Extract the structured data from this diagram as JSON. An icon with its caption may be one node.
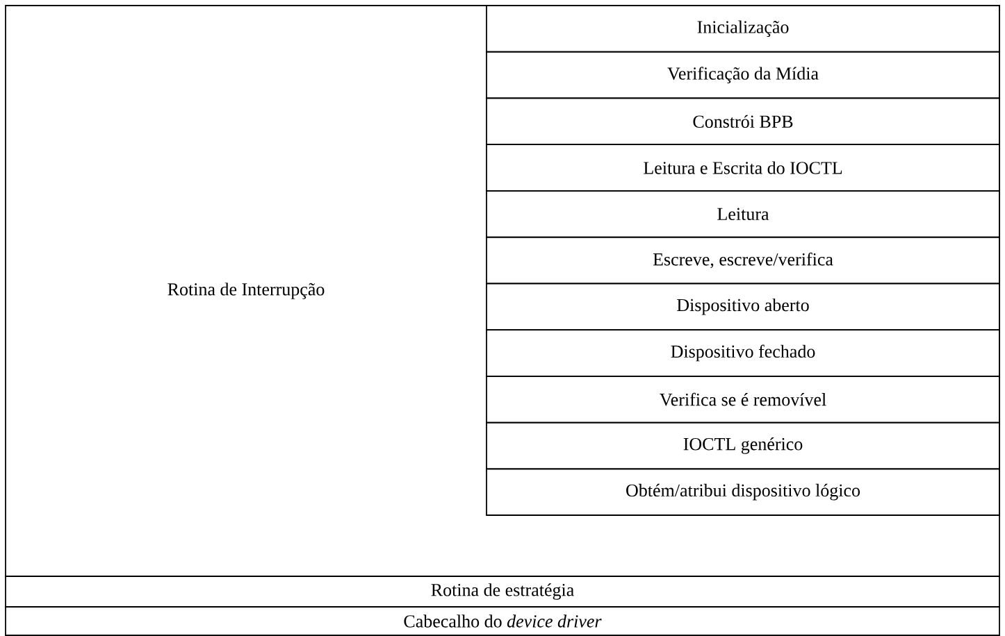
{
  "diagram": {
    "nodes": [
      {
        "text": [
          "Rotina de Interrupção"
        ]
      },
      {
        "text": [
          "Inicialização"
        ],
        "in": 0
      },
      {
        "text": [
          "Verificação da Mídia"
        ],
        "in": 0
      },
      {
        "text": [
          "Constrói BPB"
        ],
        "in": 0
      },
      {
        "text": [
          "Leitura e Escrita do IOCTL"
        ],
        "in": 0
      },
      {
        "text": [
          "Leitura"
        ],
        "in": 0
      },
      {
        "text": [
          "Escreve, escreve/verifica"
        ],
        "in": 0
      },
      {
        "text": [
          "Dispositivo aberto"
        ],
        "in": 0
      },
      {
        "text": [
          "Dispositivo fechado"
        ],
        "in": 0
      },
      {
        "text": [
          "Verifica se é removível"
        ],
        "in": 0
      },
      {
        "text": [
          "IOCTL genérico"
        ],
        "in": 0
      },
      {
        "text": [
          "Obtém/atribui dispositivo lógico"
        ],
        "in": 0
      },
      {
        "text": [
          "Rotina de estratégia"
        ]
      },
      {
        "text": [
          "Cabecalho do *device driver*"
        ]
      }
    ]
  }
}
